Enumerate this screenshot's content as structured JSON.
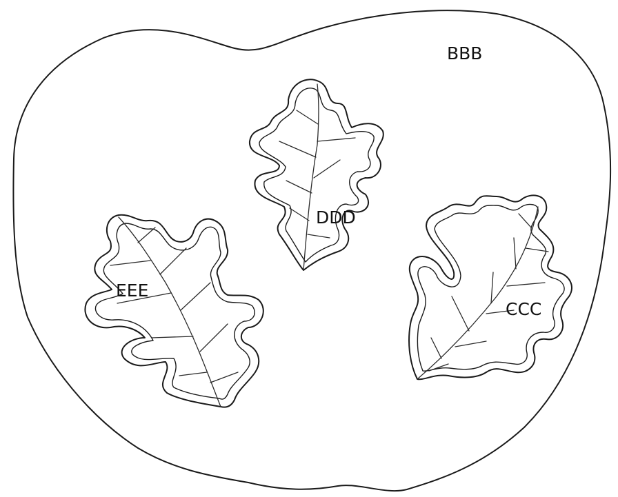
{
  "diagram": {
    "region_label": "BBB",
    "leaves": [
      {
        "id": "ddd",
        "label": "DDD"
      },
      {
        "id": "eee",
        "label": "EEE"
      },
      {
        "id": "ccc",
        "label": "CCC"
      }
    ]
  }
}
